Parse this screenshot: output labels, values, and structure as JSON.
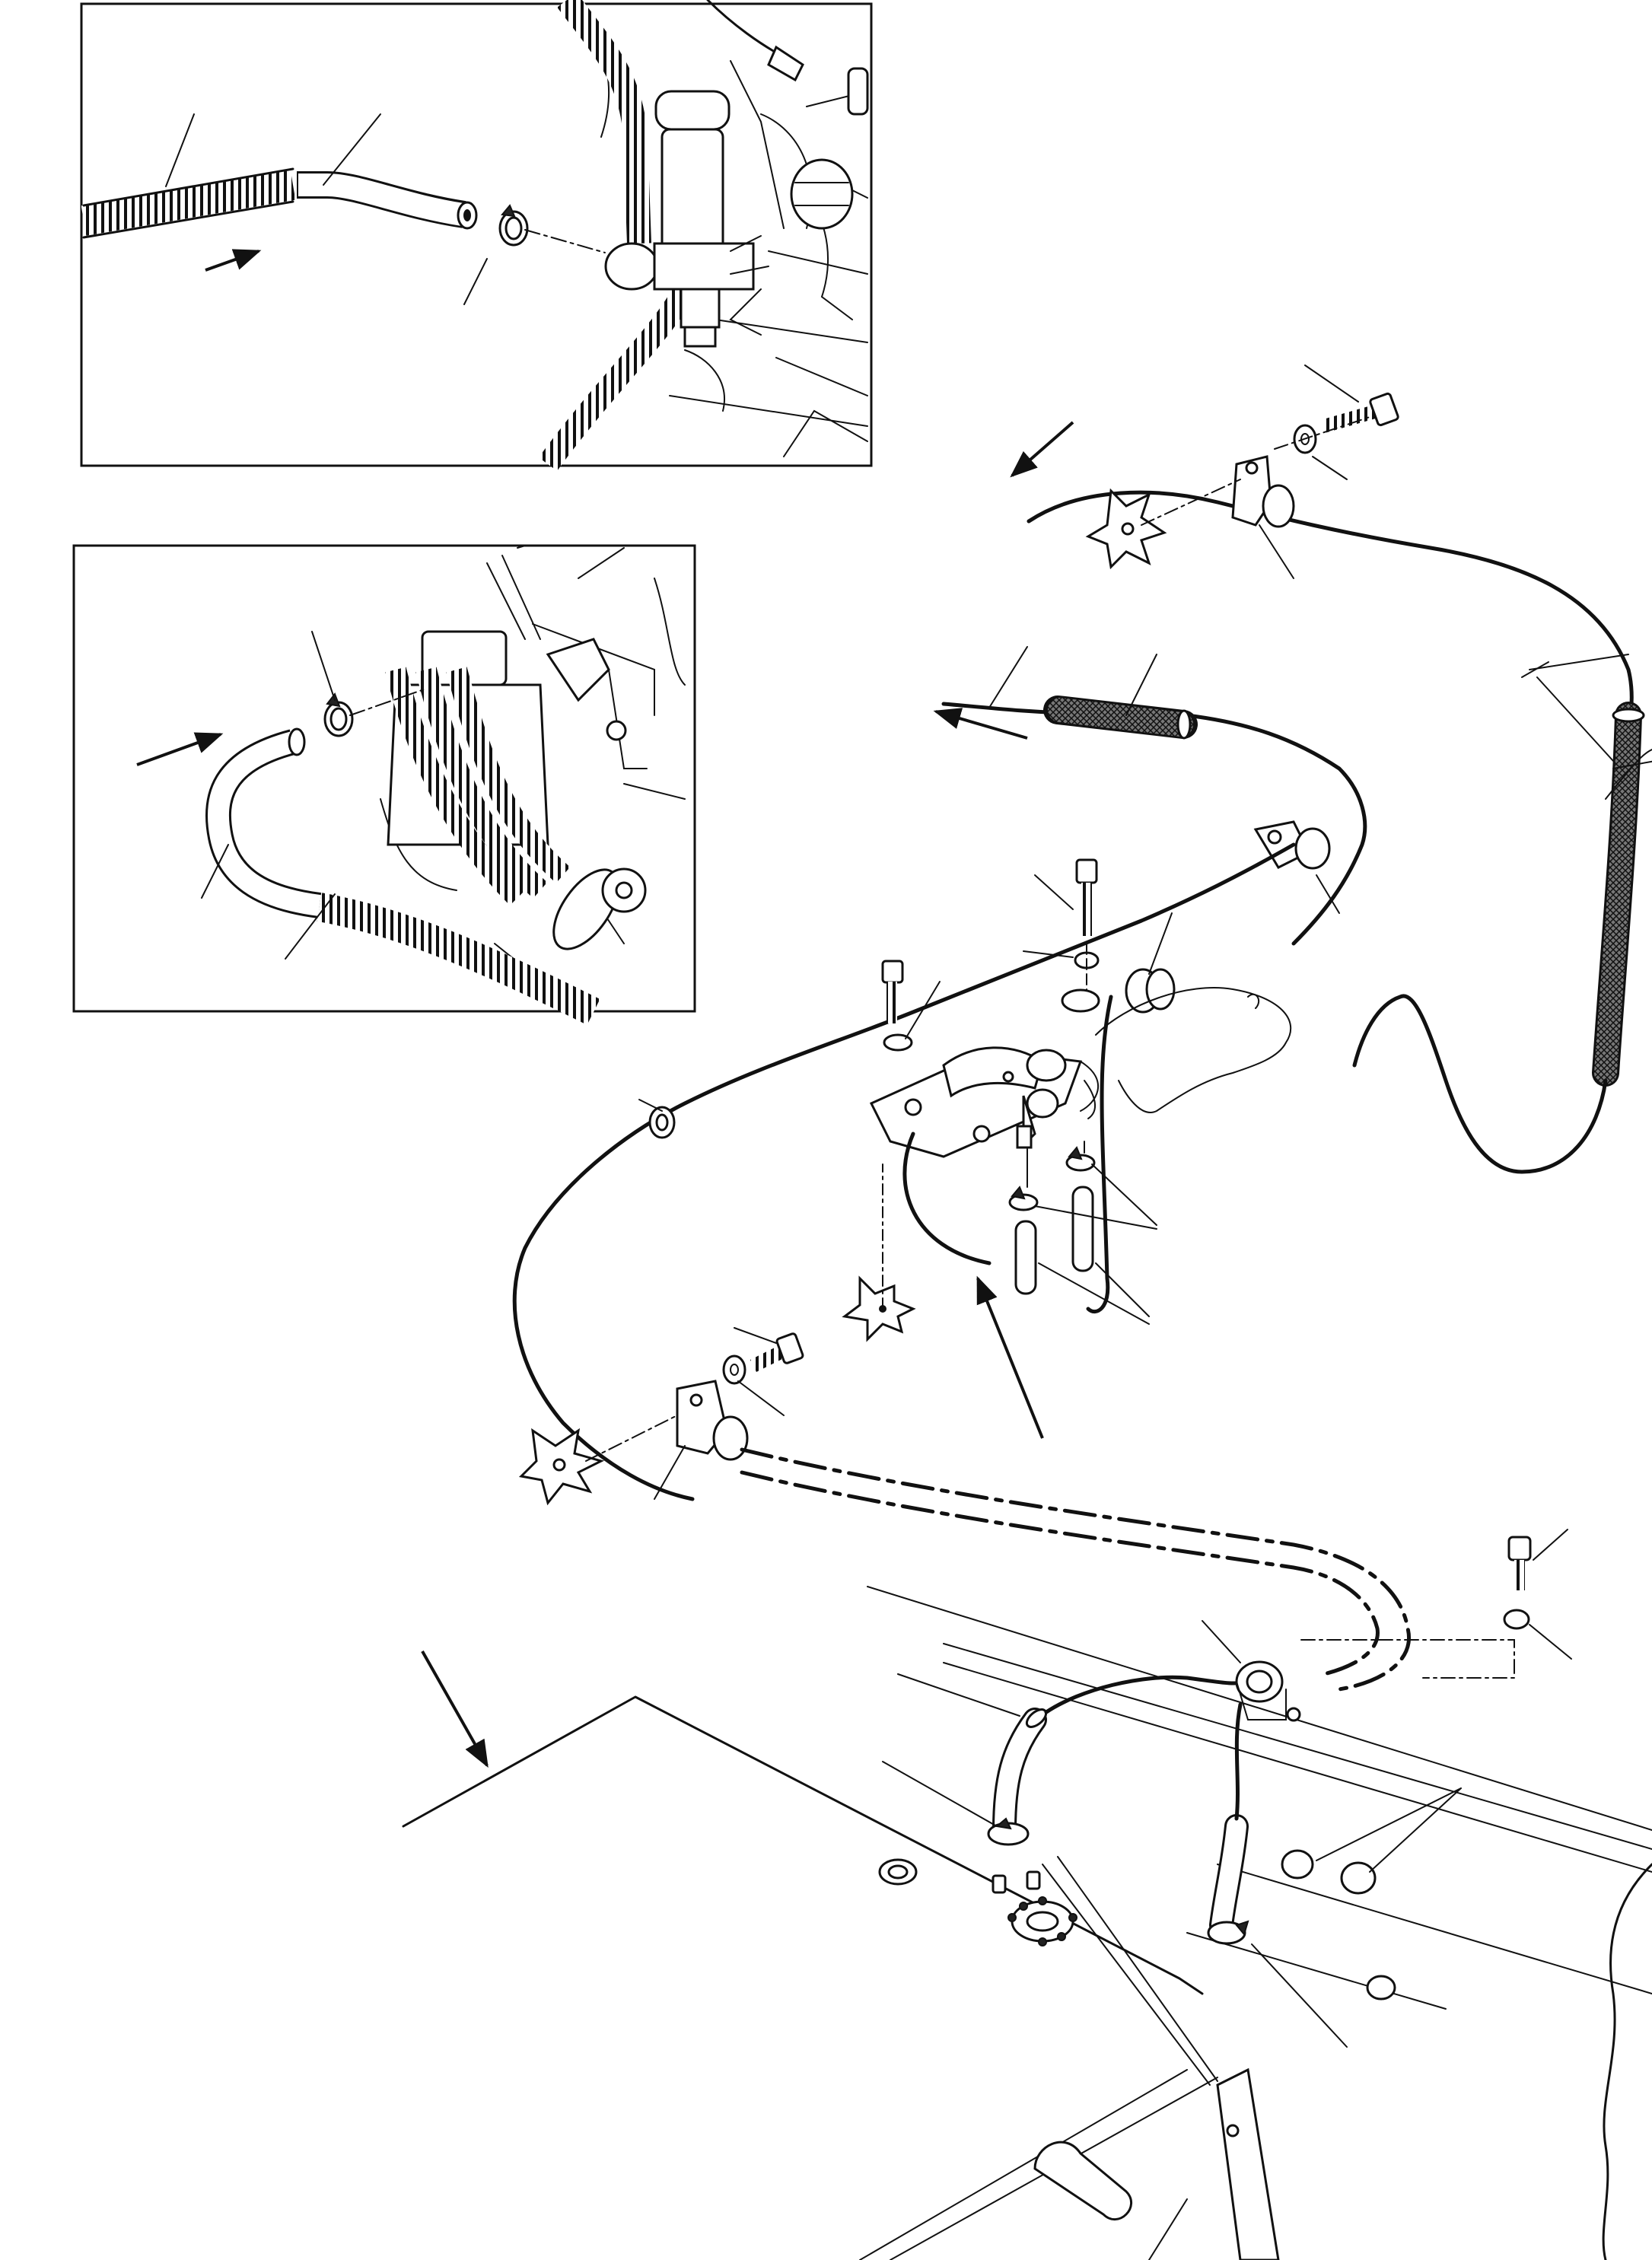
{
  "figure": {
    "inset_top": {
      "flow_arrow": "arrow-right"
    },
    "inset_middle": {
      "flow_arrow": "arrow-right"
    },
    "main": {
      "flow_arrows": [
        "arrow-left",
        "arrow-left",
        "arrow-up",
        "arrow-down-right"
      ]
    }
  }
}
